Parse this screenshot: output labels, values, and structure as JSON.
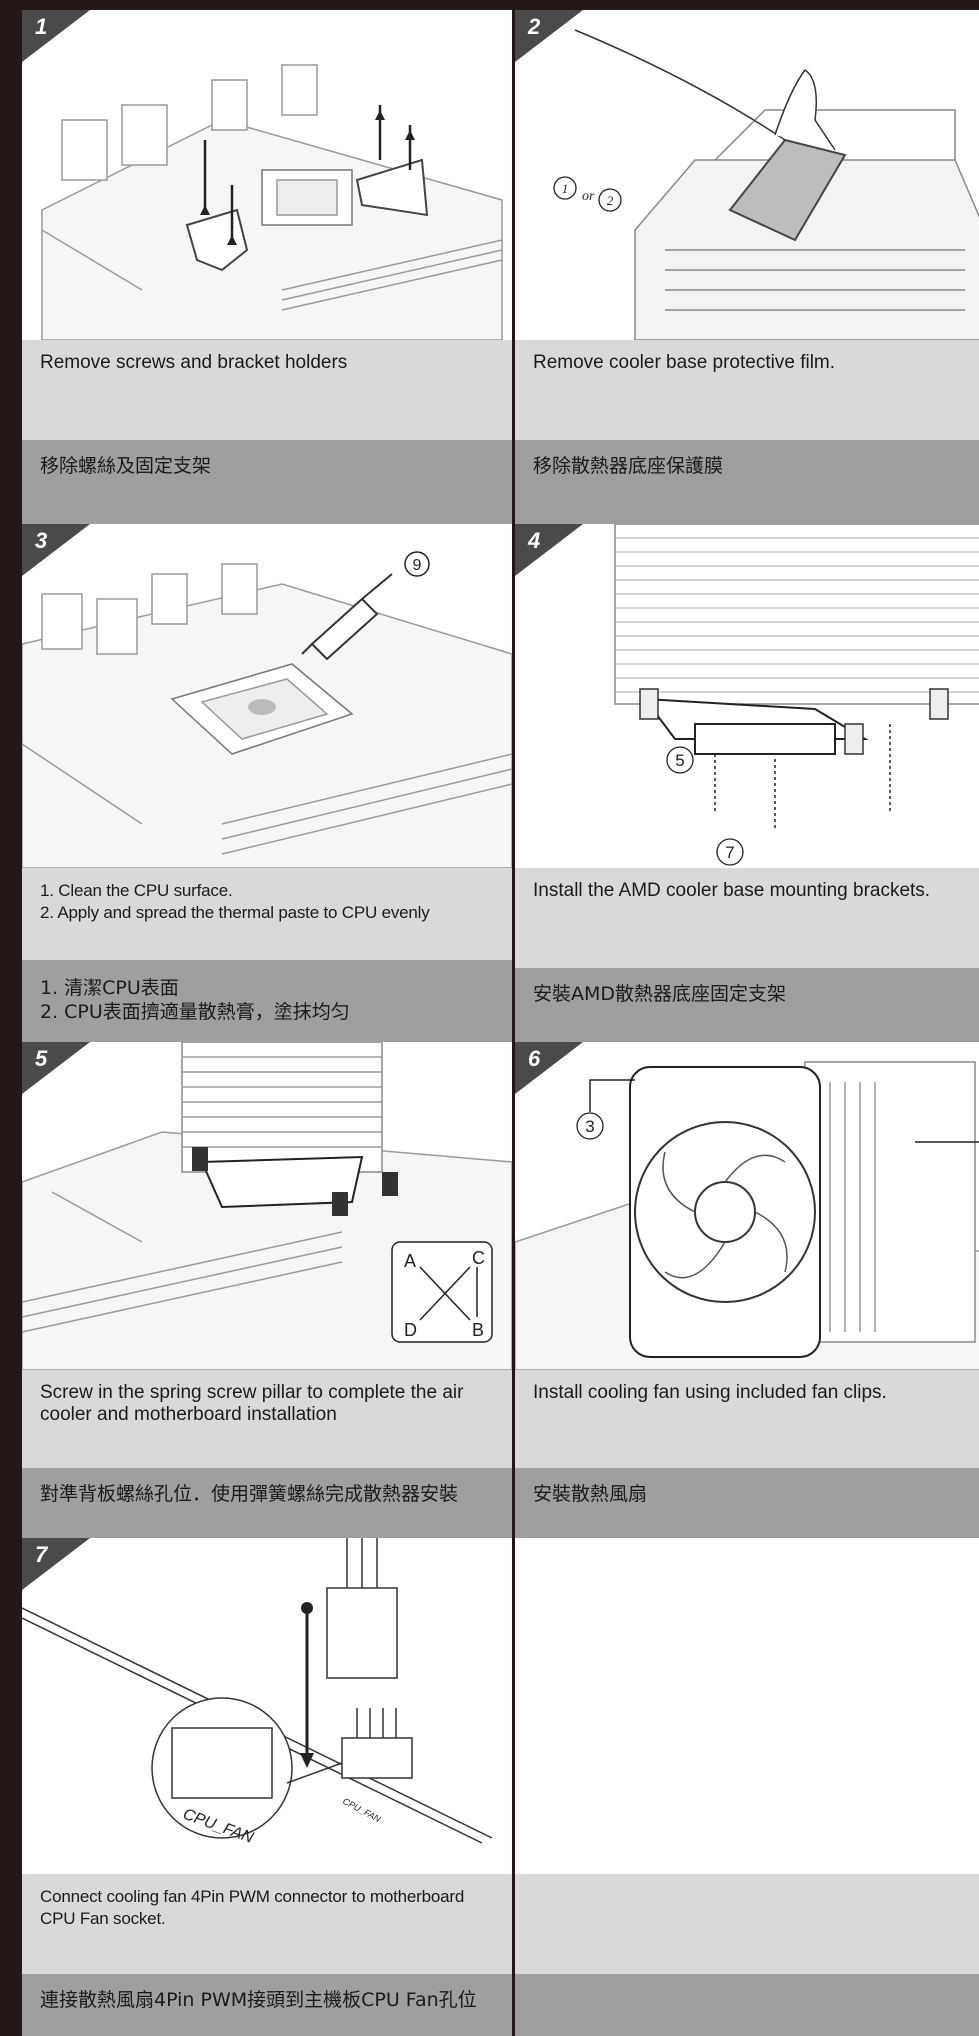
{
  "steps": [
    {
      "number": "1",
      "caption_en": "Remove screws and bracket holders",
      "caption_zh": "移除螺絲及固定支架"
    },
    {
      "number": "2",
      "caption_en": "Remove cooler base protective film.",
      "caption_zh": "移除散熱器底座保護膜",
      "figure_label": "or"
    },
    {
      "number": "3",
      "caption_en_lines": [
        "1. Clean the CPU surface.",
        "2. Apply and spread the thermal paste to CPU evenly"
      ],
      "caption_zh_lines": [
        "1. 清潔CPU表面",
        "2. CPU表面擠適量散熱膏，塗抹均匀"
      ]
    },
    {
      "number": "4",
      "caption_en": "Install the AMD cooler base mounting brackets.",
      "caption_zh": "安裝AMD散熱器底座固定支架"
    },
    {
      "number": "5",
      "caption_en": "Screw in the spring screw pillar to complete the air cooler and motherboard installation",
      "caption_zh": "對準背板螺絲孔位．使用彈簧螺絲完成散熱器安裝",
      "figure_labels": [
        "A",
        "C",
        "D",
        "B"
      ]
    },
    {
      "number": "6",
      "caption_en": "Install cooling fan using included fan clips.",
      "caption_zh": "安裝散熱風扇"
    },
    {
      "number": "7",
      "caption_en": "Connect cooling fan 4Pin PWM connector to motherboard CPU Fan socket.",
      "caption_zh": "連接散熱風扇4Pin PWM接頭到主機板CPU Fan孔位",
      "figure_labels": [
        "CPU_FAN",
        "CPU_FAN"
      ]
    }
  ],
  "colors": {
    "frame": "#231815",
    "caption_en_bg": "#d9d9d9",
    "caption_zh_bg": "#9f9f9f",
    "badge": "#4a4a4a"
  }
}
